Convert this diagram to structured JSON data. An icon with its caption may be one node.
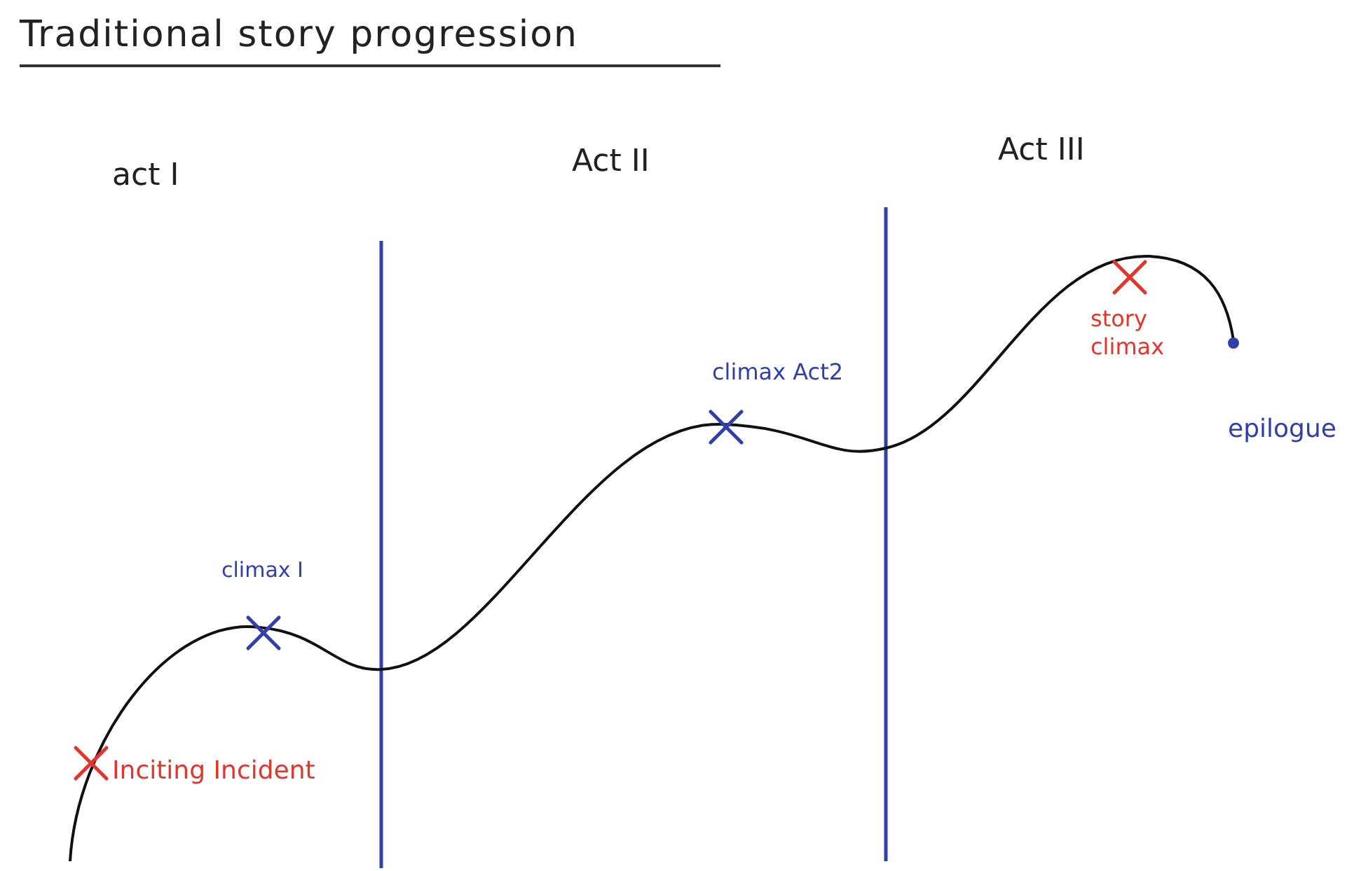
{
  "diagram": {
    "title": "Traditional story progression",
    "labels": [
      "act I",
      "Act II",
      "Act III",
      "story climax",
      "climax Act2",
      "epilogue",
      "climax I",
      "Inciting Incident"
    ]
  }
}
